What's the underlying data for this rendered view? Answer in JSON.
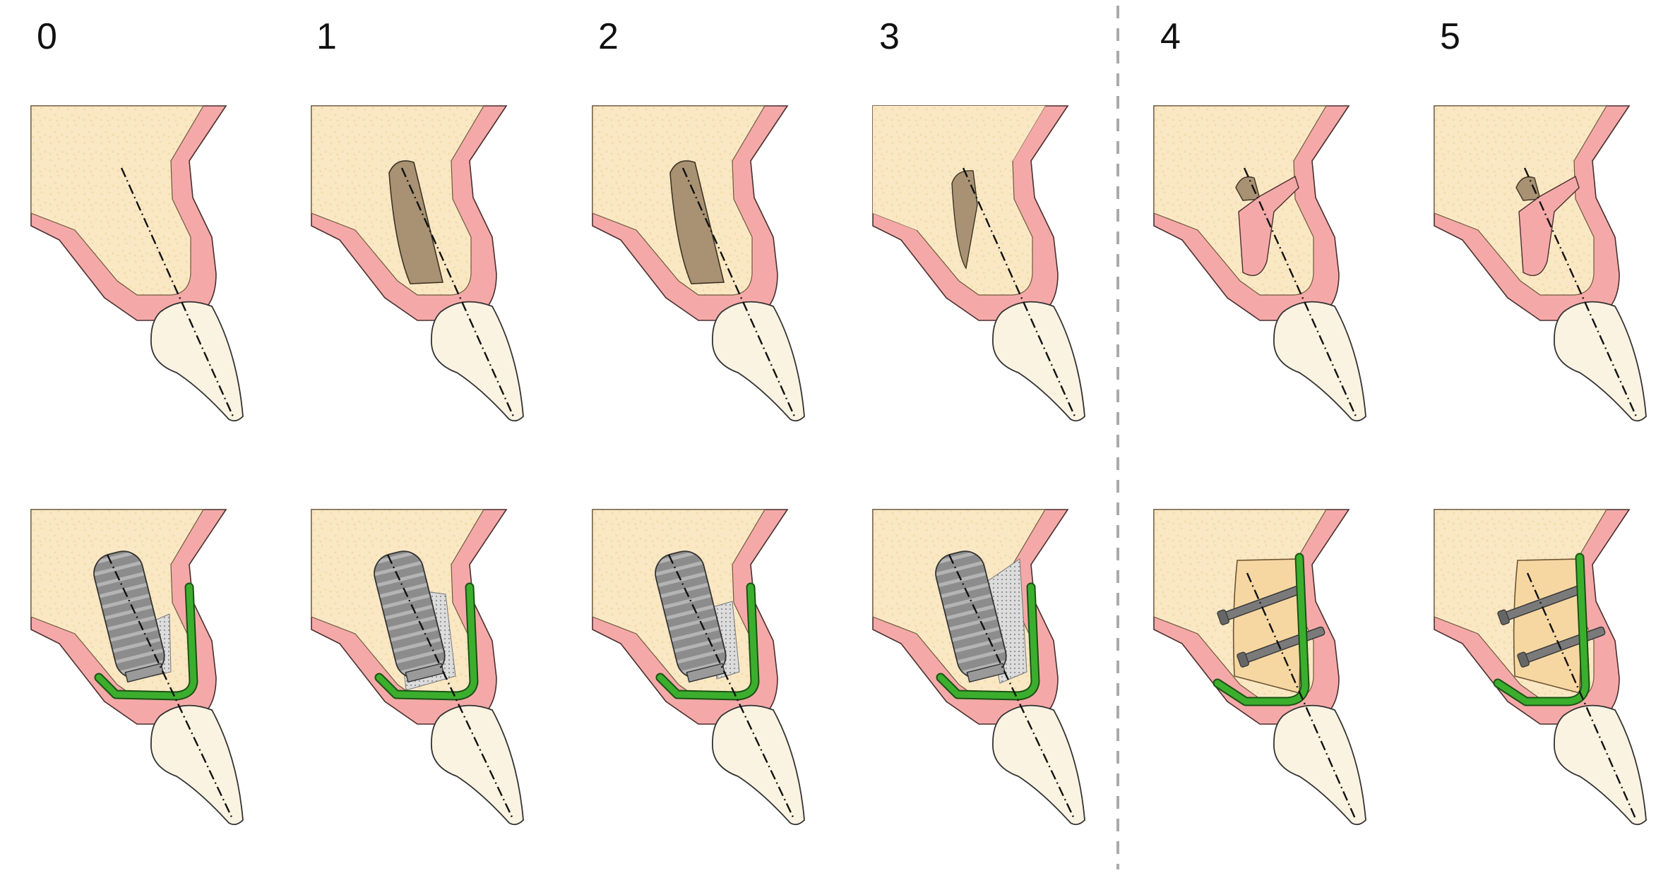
{
  "stages": [
    {
      "label": "0",
      "top_graft": false,
      "top_socket": "none",
      "bottom": "implant",
      "gap_fill": "small"
    },
    {
      "label": "1",
      "top_graft": true,
      "top_socket": "deep",
      "bottom": "implant",
      "gap_fill": "full"
    },
    {
      "label": "2",
      "top_graft": true,
      "top_socket": "deep",
      "bottom": "implant",
      "gap_fill": "medium"
    },
    {
      "label": "3",
      "top_graft": true,
      "top_socket": "collapse",
      "bottom": "implant",
      "gap_fill": "large"
    },
    {
      "label": "4",
      "top_graft": true,
      "top_socket": "thin",
      "bottom": "block",
      "gap_fill": "none"
    },
    {
      "label": "5",
      "top_graft": true,
      "top_socket": "thin",
      "bottom": "block",
      "gap_fill": "none"
    }
  ],
  "colors": {
    "bone": "#fae8c4",
    "bone_speckle": "#f3dcae",
    "gingiva": "#f4a9a8",
    "gingiva_edge": "#b86a6a",
    "tooth": "#fbf3e1",
    "graft": "#a89273",
    "implant": "#8c8c8c",
    "membrane": "#3cae2e",
    "block": "#f6d7a2",
    "screw": "#7a7a7a",
    "divider": "#aaaaaa"
  }
}
